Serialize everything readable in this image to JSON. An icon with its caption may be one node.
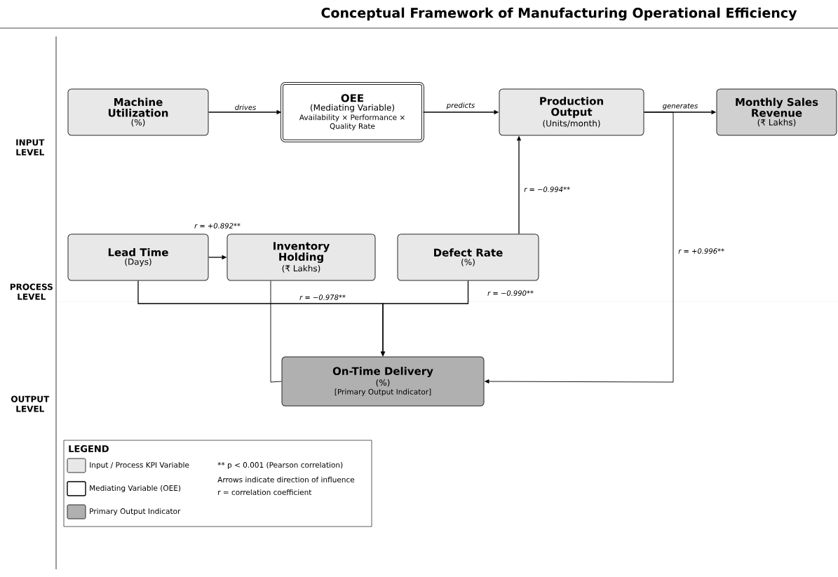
{
  "diagram": {
    "title": "Conceptual Framework of Manufacturing Operational Efficiency",
    "nodes": [
      {
        "text": [
          "Machine Utilization",
          "(%)"
        ]
      },
      {
        "text": [
          "OEE",
          "(Mediating Variable)",
          "Availability × Performance × Quality Rate"
        ]
      },
      {
        "text": [
          "Production Output",
          "(Units/month)"
        ]
      },
      {
        "text": [
          "Monthly Sales Revenue",
          "(₹ Lakhs)"
        ]
      },
      {
        "text": [
          "Lead Time",
          "(Days)"
        ]
      },
      {
        "text": [
          "Inventory Holding",
          "(₹ Lakhs)"
        ]
      },
      {
        "text": [
          "Defect Rate",
          "(%)"
        ]
      },
      {
        "text": [
          "On-Time Delivery",
          "(%)",
          "[Primary Output Indicator]"
        ]
      }
    ],
    "edges": [
      {
        "from": 0,
        "to": 1,
        "arrow": "to",
        "label": "drives"
      },
      {
        "from": 1,
        "to": 2,
        "arrow": "to",
        "label": "predicts"
      },
      {
        "from": 2,
        "to": 3,
        "arrow": "to",
        "label": "generates"
      },
      {
        "from": 4,
        "to": 5,
        "arrow": "to",
        "label": "r = +0.892**"
      },
      {
        "from": 6,
        "to": 2,
        "arrow": "to",
        "label": "r = −0.994**"
      },
      {
        "from": 4,
        "to": 7,
        "arrow": "to",
        "label": "r = −0.978**"
      },
      {
        "from": 6,
        "to": 7,
        "arrow": "to",
        "label": "r = −0.990**"
      },
      {
        "from": 5,
        "to": 7,
        "arrow": "none"
      },
      {
        "from": 2,
        "to": 7,
        "arrow": "to",
        "label": "r = +0.996**"
      }
    ],
    "labels": [
      "INPUT LEVEL",
      "PROCESS LEVEL",
      "OUTPUT LEVEL",
      "LEGEND",
      "** p < 0.001 (Pearson correlation)",
      "Arrows indicate direction of influence",
      "r = correlation coefficient"
    ],
    "legend": [
      {
        "text": "Input / Process KPI Variable",
        "color": "#e8e8e8"
      },
      {
        "text": "Mediating Variable (OEE)"
      },
      {
        "text": "Primary Output Indicator",
        "color": "#b0b0b0"
      }
    ]
  }
}
